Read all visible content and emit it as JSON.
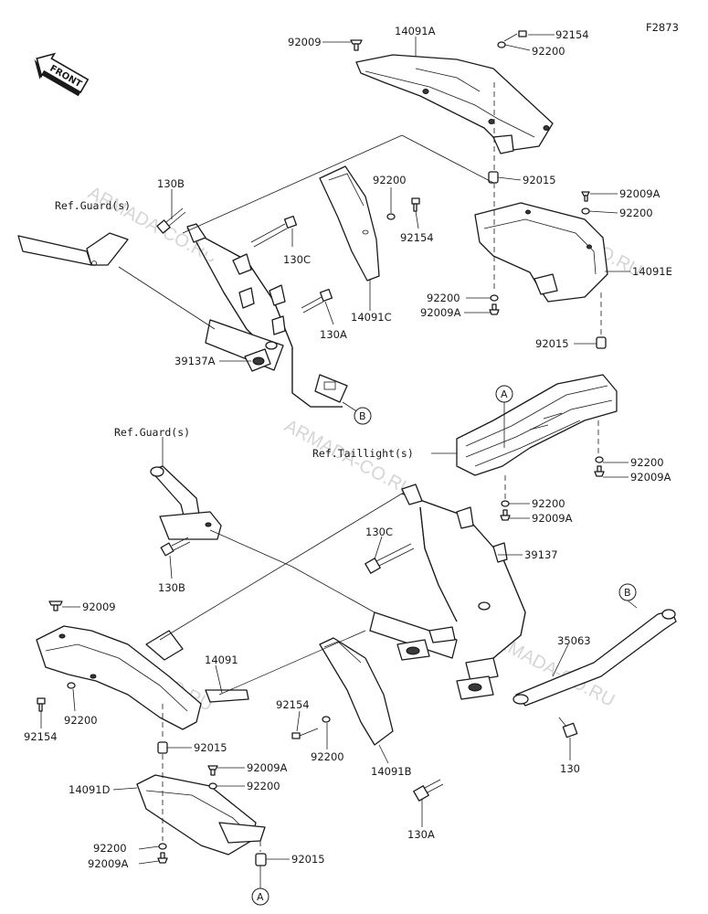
{
  "figure_id": "F2873",
  "front_label": "FRONT",
  "watermark": "ARMADA-CO.RU",
  "refs": {
    "guard_upper": "Ref.Guard(s)",
    "guard_lower": "Ref.Guard(s)",
    "taillight": "Ref.Taillight(s)"
  },
  "callouts": {
    "a_upper": "A",
    "a_lower": "A",
    "b_upper": "B",
    "b_lower": "B"
  },
  "labels": {
    "p_92009_top": "92009",
    "p_14091A": "14091A",
    "p_92154_top": "92154",
    "p_92200_top": "92200",
    "p_92015_a": "92015",
    "p_92009A_r1": "92009A",
    "p_92200_r1": "92200",
    "p_14091E": "14091E",
    "p_92200_r2": "92200",
    "p_92009A_r2": "92009A",
    "p_92015_b": "92015",
    "p_130B_top": "130B",
    "p_130C_top": "130C",
    "p_130A_top": "130A",
    "p_92200_mid": "92200",
    "p_92154_mid": "92154",
    "p_14091C": "14091C",
    "p_39137A": "39137A",
    "p_92200_r3": "92200",
    "p_92009A_r3": "92009A",
    "p_92200_r4": "92200",
    "p_92009A_r4": "92009A",
    "p_130C_low": "130C",
    "p_39137": "39137",
    "p_130B_low": "130B",
    "p_92009_low": "92009",
    "p_14091": "14091",
    "p_92200_l": "92200",
    "p_92154_l": "92154",
    "p_92015_c": "92015",
    "p_92154_c": "92154",
    "p_92200_c": "92200",
    "p_14091B": "14091B",
    "p_92009A_c": "92009A",
    "p_92200_c2": "92200",
    "p_14091D": "14091D",
    "p_92200_d": "92200",
    "p_92009A_d": "92009A",
    "p_92015_d": "92015",
    "p_130A_low": "130A",
    "p_35063": "35063",
    "p_130": "130"
  }
}
